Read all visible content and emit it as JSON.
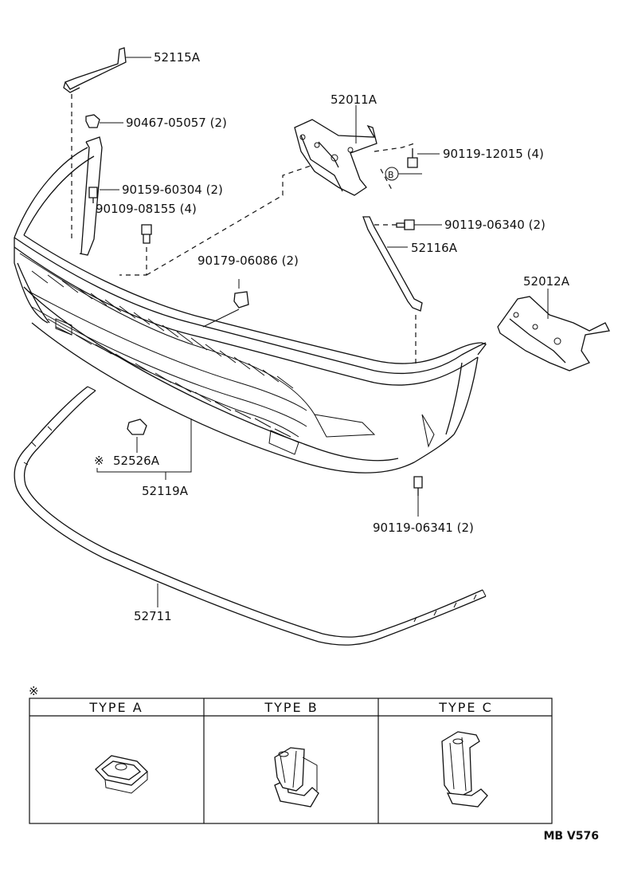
{
  "labels": {
    "p52115A": "52115A",
    "p90467": "90467-05057 (2)",
    "p90159": "90159-60304 (2)",
    "p90109": "90109-08155 (4)",
    "p52011A": "52011A",
    "p90119_12015": "90119-12015 (4)",
    "b_marker": "B",
    "p90119_06340": "90119-06340 (2)",
    "p52116A": "52116A",
    "p90179": "90179-06086 (2)",
    "p52012A": "52012A",
    "note_mark_left": "※",
    "p52526A": "52526A",
    "p52119A": "52119A",
    "p90119_06341": "90119-06341 (2)",
    "p52711": "52711"
  },
  "table": {
    "note_mark": "※",
    "headers": [
      "TYPE A",
      "TYPE B",
      "TYPE C"
    ]
  },
  "footer": {
    "code": "MB V576"
  }
}
